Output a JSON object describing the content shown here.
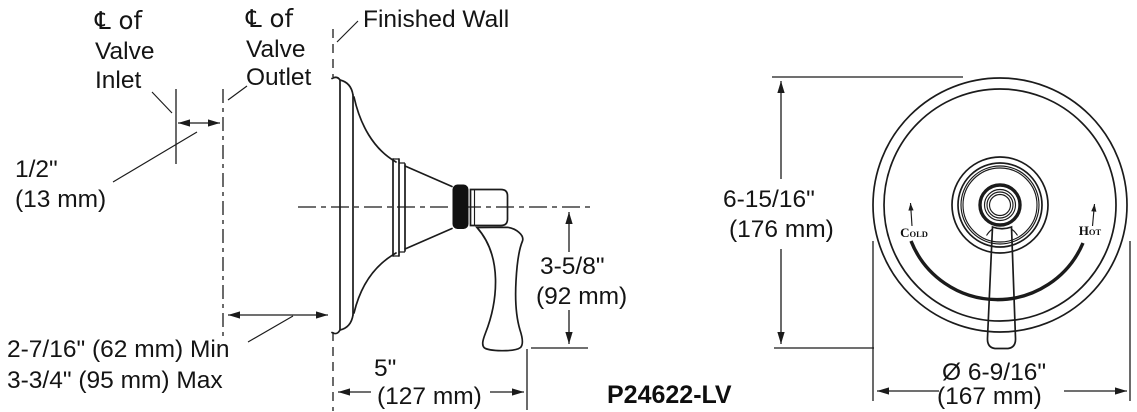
{
  "model_number": "P24622-LV",
  "side_view": {
    "inlet_centerline_label": [
      "℄ of",
      "Valve",
      "Inlet"
    ],
    "outlet_centerline_label": [
      "℄ of",
      "Valve",
      "Outlet"
    ],
    "finished_wall_label": "Finished Wall",
    "inlet_size_dim": [
      "1/2\"",
      "(13 mm)"
    ],
    "valve_depth_dim": [
      "2-7/16\" (62 mm) Min",
      "3-3/4\" (95 mm) Max"
    ],
    "projection_dim": [
      "5\"",
      "(127 mm)"
    ],
    "handle_drop_dim": [
      "3-5/8\"",
      "(92 mm)"
    ]
  },
  "front_view": {
    "height_dim": [
      "6-15/16\"",
      "(176 mm)"
    ],
    "diameter_dim": [
      "Ø 6-9/16\"",
      "(167 mm)"
    ],
    "cold_label": "COLD",
    "hot_label": "HOT"
  },
  "colors": {
    "line": "#1b1b1b",
    "background": "#ffffff",
    "seal": "#111111"
  }
}
